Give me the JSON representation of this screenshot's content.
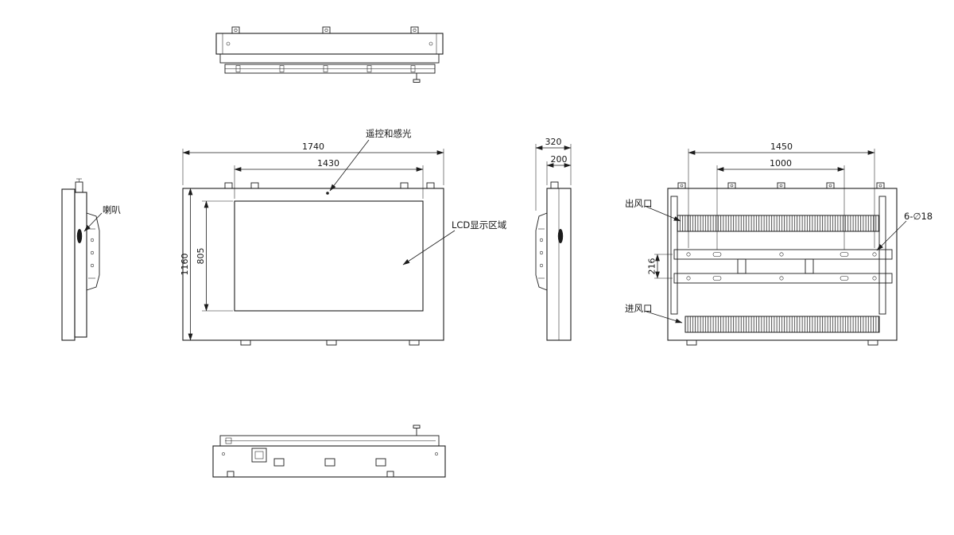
{
  "palette": {
    "background": "#ffffff",
    "ink": "#1c1c1c"
  },
  "front_view": {
    "dim_outer_width": "1740",
    "dim_lcd_width": "1430",
    "dim_outer_height": "1160",
    "dim_lcd_height": "805",
    "label_sensor": "遥控和感光",
    "label_lcd_area": "LCD显示区域"
  },
  "left_side_view": {
    "label_speaker": "喇叭"
  },
  "right_side_view": {
    "dim_total_depth": "320",
    "dim_body_depth": "200"
  },
  "rear_view": {
    "dim_mount_width": "1450",
    "dim_slot_spacing": "1000",
    "dim_rail_spacing": "216",
    "label_mount_holes": "6-∅18",
    "label_air_outlet": "出风口",
    "label_air_inlet": "进风口"
  }
}
